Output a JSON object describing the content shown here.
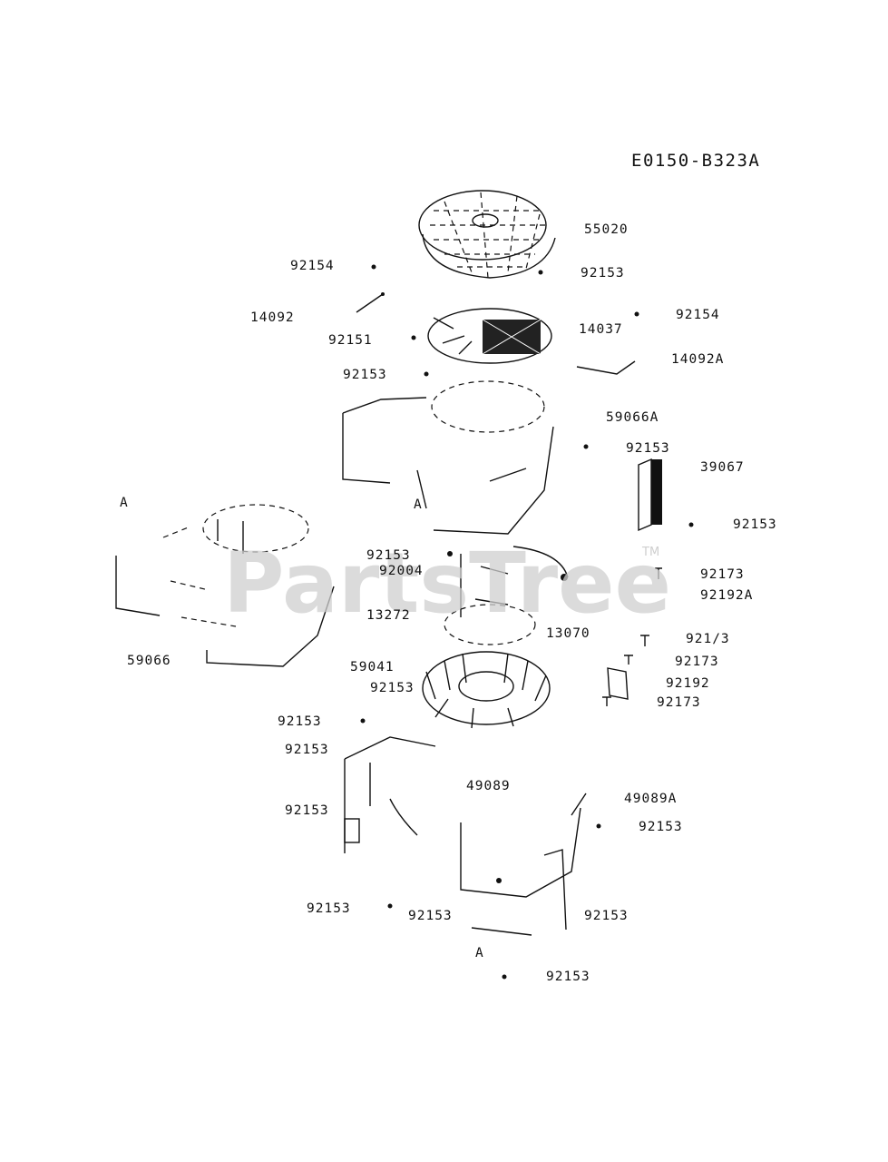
{
  "diagram_code": "E0150-B323A",
  "watermark": "PartsTree",
  "watermark_tm": "TM",
  "part_labels": [
    "55020",
    "92154",
    "92153",
    "14092",
    "92151",
    "14037",
    "92154",
    "14092A",
    "92153",
    "59066A",
    "92153",
    "39067",
    "A",
    "A",
    "92153",
    "92153",
    "92004",
    "92173",
    "92192A",
    "13272",
    "13070",
    "59066",
    "921/3",
    "92173",
    "59041",
    "92153",
    "92192",
    "92173",
    "92153",
    "92153",
    "49089",
    "49089A",
    "92153",
    "92153",
    "92153",
    "92153",
    "92153",
    "A",
    "92153"
  ],
  "colors": {
    "ink": "#111111",
    "watermark": "#cfcfcf",
    "background": "#ffffff"
  }
}
